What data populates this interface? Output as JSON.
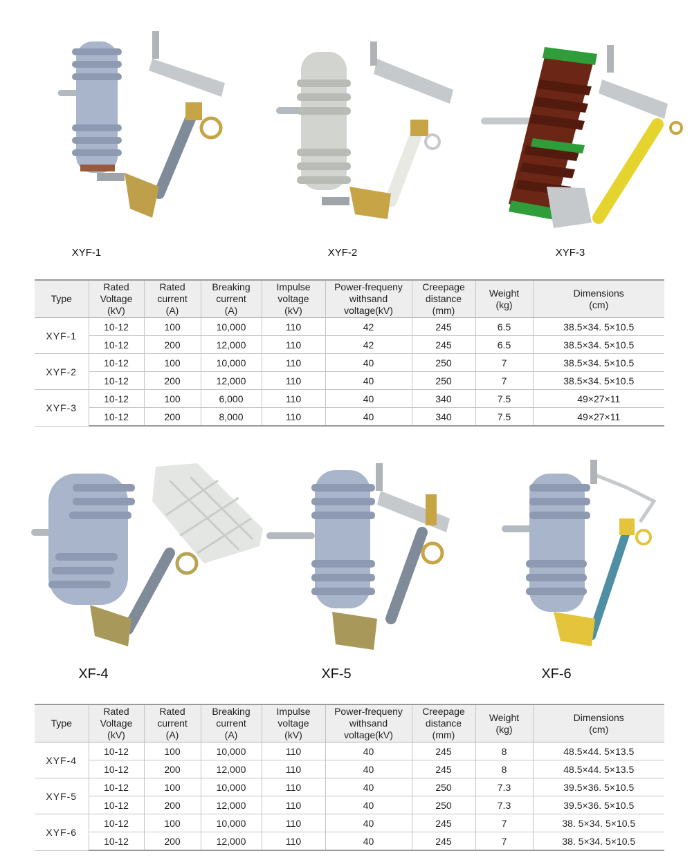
{
  "products_top": [
    {
      "caption": "XYF-1"
    },
    {
      "caption": "XYF-2"
    },
    {
      "caption": "XYF-3"
    }
  ],
  "products_bottom": [
    {
      "caption": "XF-4"
    },
    {
      "caption": "XF-5"
    },
    {
      "caption": "XF-6"
    }
  ],
  "table_header": {
    "type": "Type",
    "rated_voltage": [
      "Rated",
      "Voltage",
      "(kV)"
    ],
    "rated_current": [
      "Rated",
      "current",
      "(A)"
    ],
    "breaking_current": [
      "Breaking",
      "current",
      "(A)"
    ],
    "impulse_voltage": [
      "Impulse",
      "voltage",
      "(kV)"
    ],
    "power_frequency": [
      "Power-frequeny",
      "withsand",
      "voltage(kV)"
    ],
    "creepage": [
      "Creepage",
      "distance",
      "(mm)"
    ],
    "weight": [
      "Weight",
      "(kg)"
    ],
    "dimensions": [
      "Dimensions",
      "(cm)"
    ]
  },
  "table1": [
    {
      "type": "XYF-1",
      "rows": [
        [
          "10-12",
          "100",
          "10,000",
          "110",
          "42",
          "245",
          "6.5",
          "38.5×34. 5×10.5"
        ],
        [
          "10-12",
          "200",
          "12,000",
          "110",
          "42",
          "245",
          "6.5",
          "38.5×34. 5×10.5"
        ]
      ]
    },
    {
      "type": "XYF-2",
      "rows": [
        [
          "10-12",
          "100",
          "10,000",
          "110",
          "40",
          "250",
          "7",
          "38.5×34. 5×10.5"
        ],
        [
          "10-12",
          "200",
          "12,000",
          "110",
          "40",
          "250",
          "7",
          "38.5×34. 5×10.5"
        ]
      ]
    },
    {
      "type": "XYF-3",
      "rows": [
        [
          "10-12",
          "100",
          "6,000",
          "110",
          "40",
          "340",
          "7.5",
          "49×27×11"
        ],
        [
          "10-12",
          "200",
          "8,000",
          "110",
          "40",
          "340",
          "7.5",
          "49×27×11"
        ]
      ]
    }
  ],
  "table2": [
    {
      "type": "XYF-4",
      "rows": [
        [
          "10-12",
          "100",
          "10,000",
          "110",
          "40",
          "245",
          "8",
          "48.5×44. 5×13.5"
        ],
        [
          "10-12",
          "200",
          "12,000",
          "110",
          "40",
          "245",
          "8",
          "48.5×44. 5×13.5"
        ]
      ]
    },
    {
      "type": "XYF-5",
      "rows": [
        [
          "10-12",
          "100",
          "10,000",
          "110",
          "40",
          "250",
          "7.3",
          "39.5×36. 5×10.5"
        ],
        [
          "10-12",
          "200",
          "12,000",
          "110",
          "40",
          "250",
          "7.3",
          "39.5×36. 5×10.5"
        ]
      ]
    },
    {
      "type": "XYF-6",
      "rows": [
        [
          "10-12",
          "100",
          "10,000",
          "110",
          "40",
          "245",
          "7",
          "38. 5×34. 5×10.5"
        ],
        [
          "10-12",
          "200",
          "12,000",
          "110",
          "40",
          "245",
          "7",
          "38. 5×34. 5×10.5"
        ]
      ]
    }
  ],
  "colors": {
    "insulator_blue": "#a9b5cb",
    "insulator_white": "#d2d4d0",
    "insulator_brown": "#6b2616",
    "band_green": "#2f9e3a",
    "tube_gray": "#7f8b98",
    "tube_white": "#e9e9e4",
    "tube_yellow": "#e6d42e",
    "tube_teal": "#4f8fa3",
    "brass": "#c7a547",
    "metal": "#c6c9cc"
  }
}
